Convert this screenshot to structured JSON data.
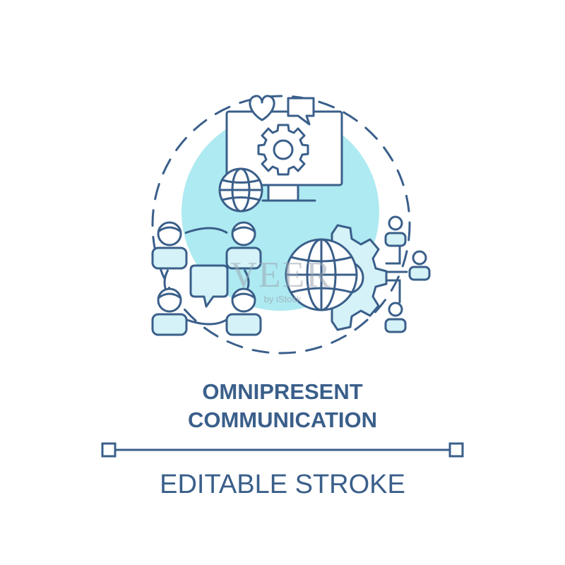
{
  "icon": {
    "name": "omnipresent-communication-concept-icon",
    "stroke_color": "#3a5f8a",
    "fill_light": "#d4f2f7",
    "circle_fill": "#aeeaf1",
    "background": "#ffffff"
  },
  "title": {
    "line1": "OMNIPRESENT",
    "line2": "COMMUNICATION"
  },
  "subtitle": "EDITABLE STROKE",
  "watermark": {
    "brand": "VEER",
    "byline": "by iStock"
  }
}
